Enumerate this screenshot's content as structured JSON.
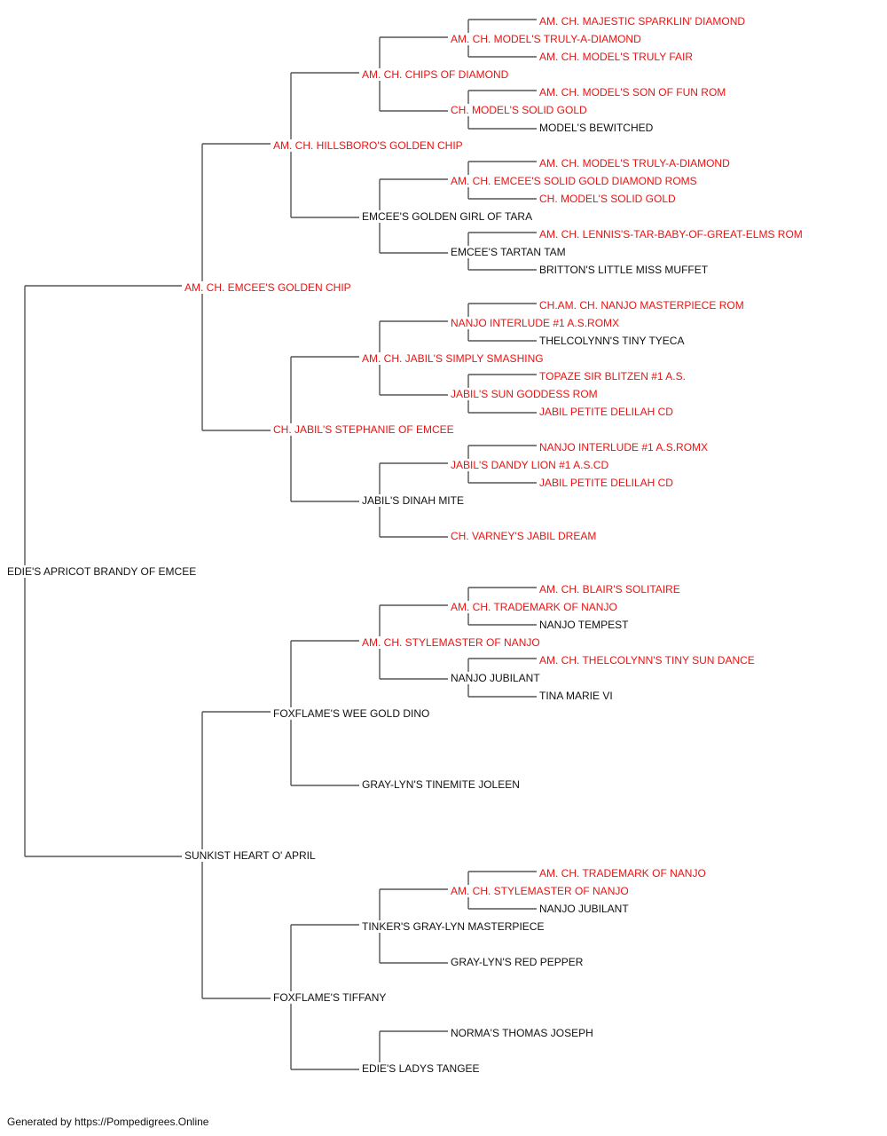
{
  "colors": {
    "champion": "#ee1111",
    "regular": "#111111",
    "line": "#555555"
  },
  "pedigree": {
    "subject": {
      "name": "EDIE'S APRICOT BRANDY OF EMCEE",
      "champion": false
    },
    "ancestors": [
      {
        "name": "AM. CH. EMCEE'S GOLDEN CHIP",
        "champion": true
      },
      {
        "name": "AM. CH. HILLSBORO'S GOLDEN CHIP",
        "champion": true
      },
      {
        "name": "AM. CH. CHIPS OF DIAMOND",
        "champion": true
      },
      {
        "name": "AM. CH. MODEL'S TRULY-A-DIAMOND",
        "champion": true
      },
      {
        "name": "AM. CH. MAJESTIC SPARKLIN' DIAMOND",
        "champion": true
      },
      {
        "name": "AM. CH. MODEL'S TRULY FAIR",
        "champion": true
      },
      {
        "name": "CH. MODEL'S SOLID GOLD",
        "champion": true
      },
      {
        "name": "AM. CH. MODEL'S SON OF FUN ROM",
        "champion": true
      },
      {
        "name": "MODEL'S BEWITCHED",
        "champion": false
      },
      {
        "name": "EMCEE'S GOLDEN GIRL OF TARA",
        "champion": false
      },
      {
        "name": "AM. CH. EMCEE'S SOLID GOLD DIAMOND ROMS",
        "champion": true
      },
      {
        "name": "AM. CH. MODEL'S TRULY-A-DIAMOND",
        "champion": true
      },
      {
        "name": "CH. MODEL'S SOLID GOLD",
        "champion": true
      },
      {
        "name": "EMCEE'S TARTAN TAM",
        "champion": false
      },
      {
        "name": "AM. CH. LENNIS'S-TAR-BABY-OF-GREAT-ELMS ROM",
        "champion": true
      },
      {
        "name": "BRITTON'S LITTLE MISS MUFFET",
        "champion": false
      },
      {
        "name": "CH. JABIL'S STEPHANIE OF EMCEE",
        "champion": true
      },
      {
        "name": "AM. CH. JABIL'S SIMPLY SMASHING",
        "champion": true
      },
      {
        "name": "NANJO INTERLUDE #1 A.S.ROMX",
        "champion": true
      },
      {
        "name": "CH.AM. CH. NANJO MASTERPIECE ROM",
        "champion": true
      },
      {
        "name": "THELCOLYNN'S TINY TYECA",
        "champion": false
      },
      {
        "name": "JABIL'S SUN GODDESS ROM",
        "champion": true
      },
      {
        "name": "TOPAZE SIR BLITZEN #1 A.S.",
        "champion": true
      },
      {
        "name": "JABIL PETITE DELILAH CD",
        "champion": true
      },
      {
        "name": "JABIL'S DINAH MITE",
        "champion": false
      },
      {
        "name": "JABIL'S DANDY LION #1 A.S.CD",
        "champion": true
      },
      {
        "name": "NANJO INTERLUDE #1 A.S.ROMX",
        "champion": true
      },
      {
        "name": "JABIL PETITE DELILAH CD",
        "champion": true
      },
      {
        "name": "CH. VARNEY'S JABIL DREAM",
        "champion": true
      },
      {
        "name": "SUNKIST HEART O' APRIL",
        "champion": false
      },
      {
        "name": "FOXFLAME'S WEE GOLD DINO",
        "champion": false
      },
      {
        "name": "AM. CH. STYLEMASTER OF NANJO",
        "champion": true
      },
      {
        "name": "AM. CH. TRADEMARK OF NANJO",
        "champion": true
      },
      {
        "name": "AM. CH. BLAIR'S SOLITAIRE",
        "champion": true
      },
      {
        "name": "NANJO TEMPEST",
        "champion": false
      },
      {
        "name": "NANJO JUBILANT",
        "champion": false
      },
      {
        "name": "AM. CH. THELCOLYNN'S TINY SUN DANCE",
        "champion": true
      },
      {
        "name": "TINA MARIE VI",
        "champion": false
      },
      {
        "name": "GRAY-LYN'S TINEMITE JOLEEN",
        "champion": false
      },
      {
        "name": "FOXFLAME'S TIFFANY",
        "champion": false
      },
      {
        "name": "TINKER'S GRAY-LYN MASTERPIECE",
        "champion": false
      },
      {
        "name": "AM. CH. STYLEMASTER OF NANJO",
        "champion": true
      },
      {
        "name": "AM. CH. TRADEMARK OF NANJO",
        "champion": true
      },
      {
        "name": "NANJO JUBILANT",
        "champion": false
      },
      {
        "name": "GRAY-LYN'S RED PEPPER",
        "champion": false
      },
      {
        "name": "EDIE'S LADYS TANGEE",
        "champion": false
      },
      {
        "name": "NORMA'S THOMAS JOSEPH",
        "champion": false
      }
    ]
  },
  "footer": {
    "text": "Generated by https://Pompedigrees.Online"
  }
}
